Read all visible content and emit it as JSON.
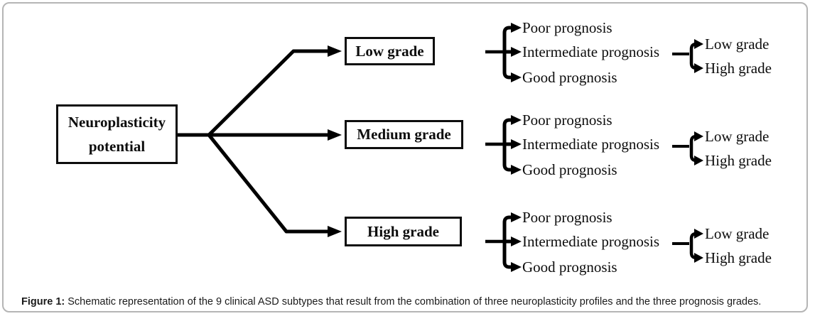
{
  "palette": {
    "line_color": "#000000",
    "frame_border_color": "#b5b5b5",
    "background_color": "#ffffff",
    "text_color": "#0d0d0d"
  },
  "diagram": {
    "root": {
      "label": "Neuroplasticity potential"
    },
    "branches": [
      {
        "grade": "Low grade",
        "prognoses": [
          "Poor prognosis",
          "Intermediate prognosis",
          "Good prognosis"
        ],
        "outcome_grades": [
          "Low grade",
          "High grade"
        ]
      },
      {
        "grade": "Medium grade",
        "prognoses": [
          "Poor prognosis",
          "Intermediate prognosis",
          "Good prognosis"
        ],
        "outcome_grades": [
          "Low grade",
          "High grade"
        ]
      },
      {
        "grade": "High grade",
        "prognoses": [
          "Poor prognosis",
          "Intermediate prognosis",
          "Good prognosis"
        ],
        "outcome_grades": [
          "Low grade",
          "High grade"
        ]
      }
    ]
  },
  "caption": {
    "label": "Figure 1:",
    "text": "Schematic representation of the 9 clinical ASD subtypes that result from the combination of three neuroplasticity profiles and the three prognosis grades."
  }
}
